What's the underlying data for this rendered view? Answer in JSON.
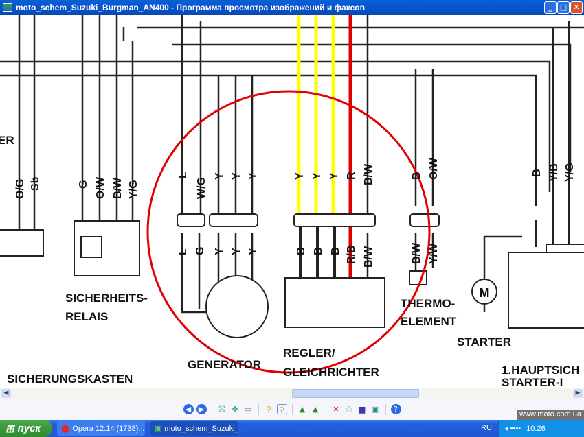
{
  "window": {
    "title": "moto_schem_Suzuki_Burgman_AN400 - Программа просмотра изображений и факсов",
    "minimize": "_",
    "maximize": "□",
    "close": "✕"
  },
  "diagram": {
    "top_labels": [
      "O/G",
      "Sb",
      "G",
      "O/W",
      "B/W",
      "Y/G",
      "L",
      "W/G",
      "Y",
      "Y",
      "Y",
      "Y",
      "Y",
      "Y",
      "R",
      "B/W",
      "B",
      "O/W",
      "B",
      "Y/B",
      "Y/G"
    ],
    "bottom_labels": [
      "L",
      "G",
      "Y",
      "Y",
      "Y",
      "B",
      "B",
      "B",
      "R/B",
      "B/W",
      "B/W",
      "Y/W"
    ],
    "texts": {
      "er": "ER",
      "relay1": "SICHERHEITS-",
      "relay2": "RELAIS",
      "generator": "GENERATOR",
      "regler1": "REGLER/",
      "regler2": "GLEICHRICHTER",
      "thermo1": "THERMO-",
      "thermo2": "ELEMENT",
      "starter": "STARTER",
      "fusebox": "SICHERUNGSKASTEN",
      "haupt1": "1.HAUPTSICH",
      "haupt2": "STARTER-I",
      "motor": "M"
    },
    "colors": {
      "yellow": "#ffff00",
      "red": "#e00000",
      "circle": "#e00000"
    }
  },
  "toolbar": {
    "icons": [
      "previous-image-icon",
      "next-image-icon",
      "best-fit-icon",
      "actual-size-icon",
      "slideshow-icon",
      "zoom-in-icon",
      "zoom-out-icon",
      "rotate-clockwise-icon",
      "rotate-counterclockwise-icon",
      "delete-icon",
      "print-icon",
      "save-icon",
      "open-editor-icon",
      "help-icon"
    ]
  },
  "taskbar": {
    "start": "пуск",
    "tasks": [
      "Opera 12.14 (1738): ...",
      "moto_schem_Suzuki_..."
    ],
    "lang": "RU",
    "clock": "10:26",
    "watermark": "www.moto.com.ua"
  }
}
